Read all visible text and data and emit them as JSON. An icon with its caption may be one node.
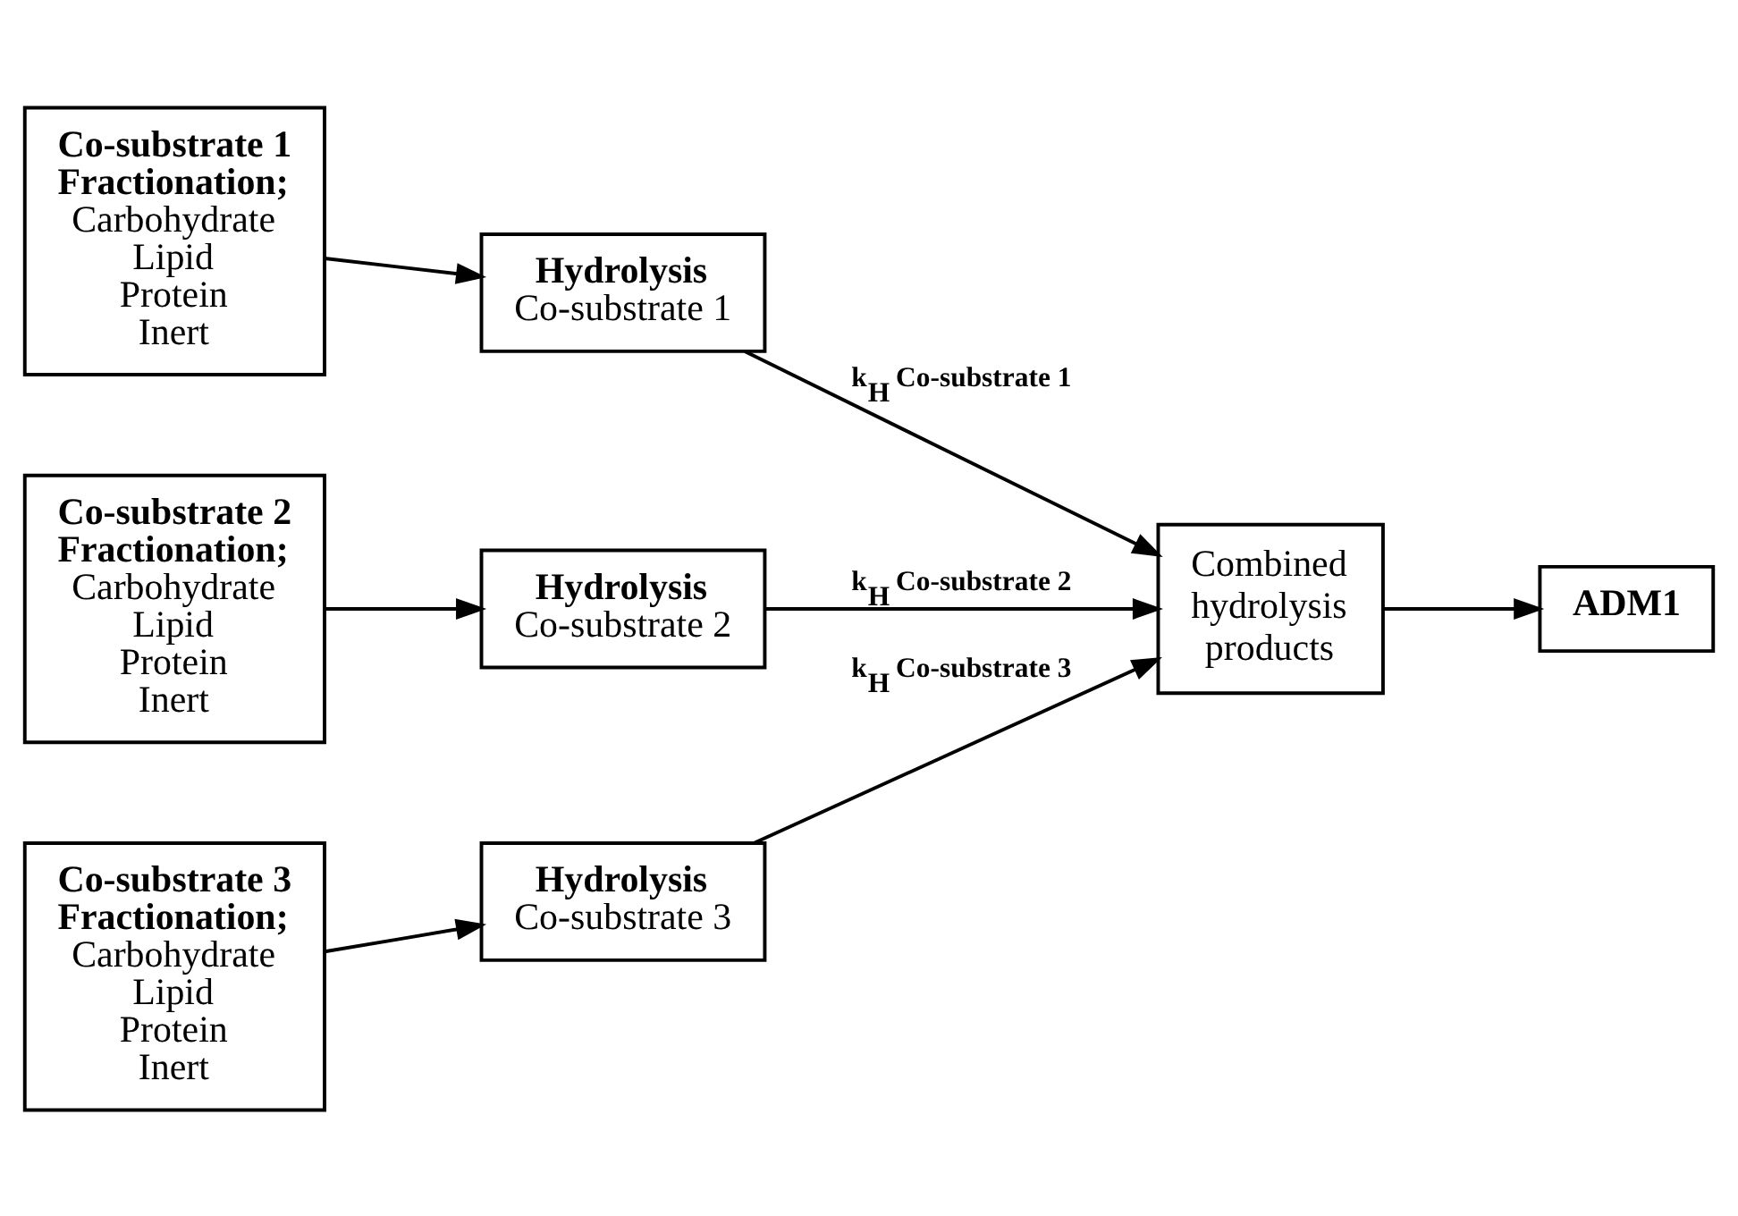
{
  "diagram": {
    "nodes": [
      {
        "text": [
          "Co-substrate 1 Fractionation;",
          "Carbohydrate Lipid Protein Inert"
        ]
      },
      {
        "text": [
          "Hydrolysis",
          "Co-substrate 1"
        ]
      },
      {
        "text": [
          "Co-substrate 2 Fractionation;",
          "Carbohydrate Lipid Protein Inert"
        ]
      },
      {
        "text": [
          "Hydrolysis",
          "Co-substrate 2"
        ]
      },
      {
        "text": [
          "Co-substrate 3 Fractionation;",
          "Carbohydrate Lipid Protein Inert"
        ]
      },
      {
        "text": [
          "Hydrolysis",
          "Co-substrate 3"
        ]
      },
      {
        "text": [
          "Combined hydrolysis products"
        ]
      },
      {
        "text": [
          "ADM1"
        ]
      }
    ],
    "edges": [
      {
        "from": 0,
        "to": 1,
        "arrow": "to"
      },
      {
        "from": 1,
        "to": 6,
        "arrow": "to",
        "label": "k$_{H}$ Co-substrate 1"
      },
      {
        "from": 2,
        "to": 3,
        "arrow": "to"
      },
      {
        "from": 3,
        "to": 6,
        "arrow": "to",
        "label": "k$_{H}$ Co-substrate 2"
      },
      {
        "from": 4,
        "to": 5,
        "arrow": "to"
      },
      {
        "from": 5,
        "to": 6,
        "arrow": "to",
        "label": "k$_{H}$ Co-substrate 3"
      },
      {
        "from": 6,
        "to": 7,
        "arrow": "to"
      }
    ]
  }
}
